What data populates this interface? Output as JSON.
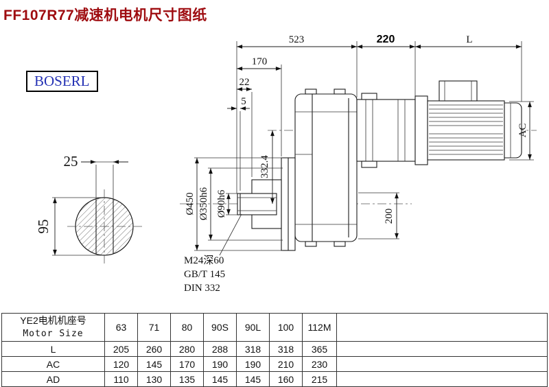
{
  "page": {
    "title": "FF107R77减速机电机尺寸图纸"
  },
  "logo": {
    "text": "BOSERL"
  },
  "drawing": {
    "dims": {
      "top_main": "523",
      "top_motor": "220",
      "top_l": "L",
      "d170": "170",
      "d22": "22",
      "d5": "5",
      "ac": "AC",
      "d25": "25",
      "d95": "95",
      "dia_flange": "Ø450",
      "dia_spigot": "Ø350h6",
      "dia_bore": "Ø90h6",
      "d332": "332.4",
      "d200": "200",
      "thread_line1": "M24深60",
      "thread_line2": "GB/T 145",
      "thread_line3": "DIN 332"
    },
    "colors": {
      "line": "#1a1a1a",
      "title_red": "#9e0b0f",
      "logo_blue": "#2431b4"
    }
  },
  "table": {
    "header": {
      "col0_line1": "YE2电机机座号",
      "col0_line2": "Motor Size",
      "sizes": [
        "63",
        "71",
        "80",
        "90S",
        "90L",
        "100",
        "112M"
      ]
    },
    "rows": [
      {
        "label": "L",
        "values": [
          "205",
          "260",
          "280",
          "288",
          "318",
          "318",
          "365"
        ]
      },
      {
        "label": "AC",
        "values": [
          "120",
          "145",
          "170",
          "190",
          "190",
          "210",
          "230"
        ]
      },
      {
        "label": "AD",
        "values": [
          "110",
          "130",
          "135",
          "145",
          "145",
          "160",
          "215"
        ]
      }
    ]
  }
}
